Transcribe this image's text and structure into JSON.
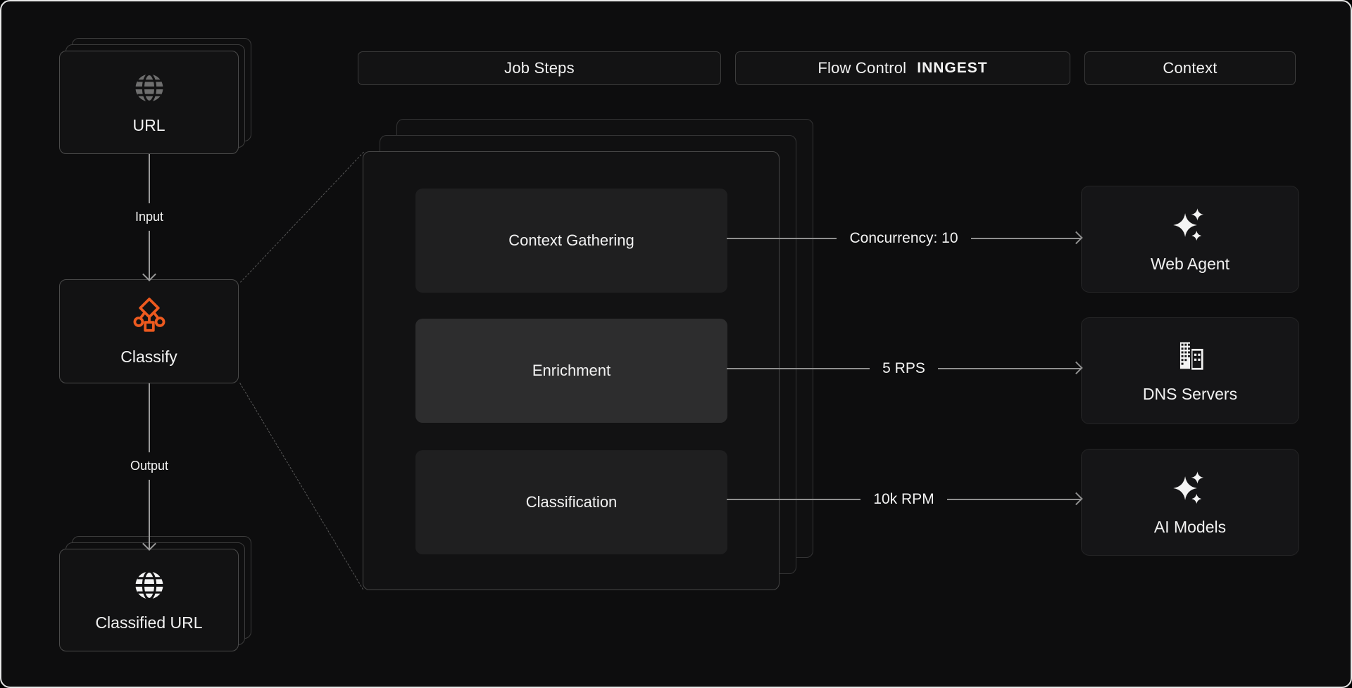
{
  "headers": {
    "job_steps": "Job Steps",
    "flow_control": "Flow Control",
    "flow_control_logo": "INNGEST",
    "context": "Context"
  },
  "left_flow": {
    "input_card": {
      "label": "URL",
      "icon": "globe-icon"
    },
    "input_connector": {
      "label": "Input"
    },
    "classify_card": {
      "label": "Classify",
      "icon": "workflow-branch-icon"
    },
    "output_connector": {
      "label": "Output"
    },
    "output_card": {
      "label": "Classified URL",
      "icon": "globe-icon"
    }
  },
  "job_steps_panel": {
    "steps": [
      {
        "label": "Context Gathering",
        "highlighted": false
      },
      {
        "label": "Enrichment",
        "highlighted": true
      },
      {
        "label": "Classification",
        "highlighted": false
      }
    ]
  },
  "flow_control_arrows": [
    {
      "label": "Concurrency: 10",
      "from": "Context Gathering",
      "to": "Web Agent"
    },
    {
      "label": "5 RPS",
      "from": "Enrichment",
      "to": "DNS Servers"
    },
    {
      "label": "10k RPM",
      "from": "Classification",
      "to": "AI Models"
    }
  ],
  "context_cards": [
    {
      "label": "Web Agent",
      "icon": "sparkles-icon"
    },
    {
      "label": "DNS Servers",
      "icon": "buildings-icon"
    },
    {
      "label": "AI Models",
      "icon": "sparkles-icon"
    }
  ],
  "colors": {
    "background": "#0D0D0E",
    "accent_orange": "#ED5A1F",
    "line_gray": "#8F8F8F",
    "card_border": "#4B4B4B",
    "step_bg": "#1F1F20",
    "step_highlight_bg": "#2D2D2E"
  }
}
